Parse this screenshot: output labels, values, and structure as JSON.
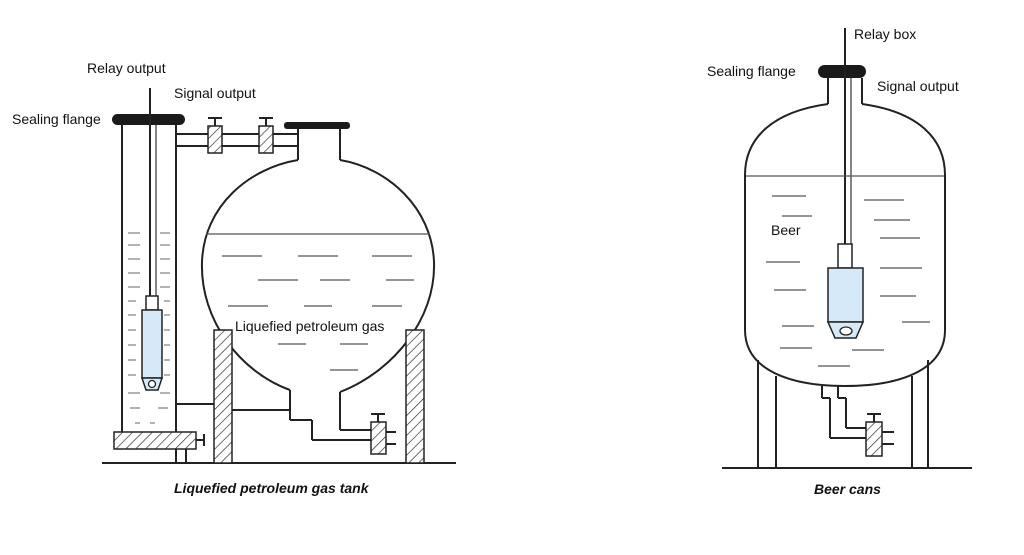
{
  "lpg_tank": {
    "caption": "Liquefied petroleum gas tank",
    "relay_label": "Relay output",
    "signal_label": "Signal output",
    "flange_label": "Sealing flange",
    "liquid_label": "Liquefied petroleum gas"
  },
  "beer_tank": {
    "caption": "Beer cans",
    "relay_label": "Relay box",
    "flange_label": "Sealing flange",
    "signal_label": "Signal output",
    "liquid_label": "Beer"
  },
  "colors": {
    "line": "#222222",
    "flange": "#1a1a1a",
    "probe_fill": "#d6e9f8",
    "hatch": "#333333"
  }
}
